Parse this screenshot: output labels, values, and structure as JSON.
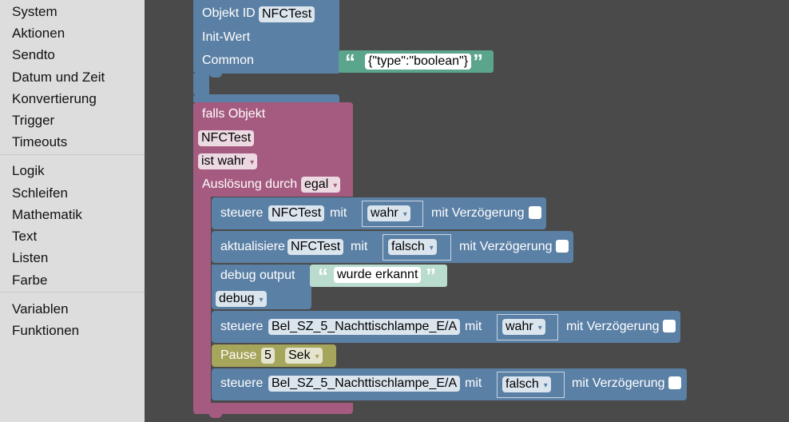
{
  "sidebar": {
    "group1": [
      "System",
      "Aktionen",
      "Sendto",
      "Datum und Zeit",
      "Konvertierung",
      "Trigger",
      "Timeouts"
    ],
    "group2": [
      "Logik",
      "Schleifen",
      "Mathematik",
      "Text",
      "Listen",
      "Farbe"
    ],
    "group3": [
      "Variablen",
      "Funktionen"
    ]
  },
  "create_block": {
    "objekt_id_label": "Objekt ID",
    "objekt_id_value": "NFCTest",
    "init_label": "Init-Wert",
    "common_label": "Common",
    "common_value": "{\"type\":\"boolean\"}"
  },
  "trigger_block": {
    "falls_label": "falls Objekt",
    "object": "NFCTest",
    "condition": "ist wahr",
    "trigger_label": "Auslösung durch",
    "trigger_value": "egal"
  },
  "statements": {
    "s1": {
      "verb": "steuere",
      "obj": "NFCTest",
      "mit": "mit",
      "value": "wahr",
      "delay": "mit Verzögerung"
    },
    "s2": {
      "verb": "aktualisiere",
      "obj": "NFCTest",
      "mit": "mit",
      "value": "falsch",
      "delay": "mit Verzögerung"
    },
    "debug": {
      "label": "debug output",
      "text": "wurde erkannt",
      "level": "debug"
    },
    "s3": {
      "verb": "steuere",
      "obj": "Bel_SZ_5_Nachttischlampe_E/A",
      "mit": "mit",
      "value": "wahr",
      "delay": "mit Verzögerung"
    },
    "pause": {
      "label": "Pause",
      "value": "5",
      "unit": "Sek"
    },
    "s4": {
      "verb": "steuere",
      "obj": "Bel_SZ_5_Nachttischlampe_E/A",
      "mit": "mit",
      "value": "falsch",
      "delay": "mit Verzögerung"
    }
  },
  "glyphs": {
    "quote_open": "“",
    "quote_close": "”",
    "dropdown_arrow": "▾"
  },
  "colors": {
    "blue": "#5b80a5",
    "pink": "#a55b80",
    "green": "#5ba58c",
    "olive": "#a5a55b",
    "workspace": "#4a4a4a",
    "sidebar": "#dddddd"
  }
}
